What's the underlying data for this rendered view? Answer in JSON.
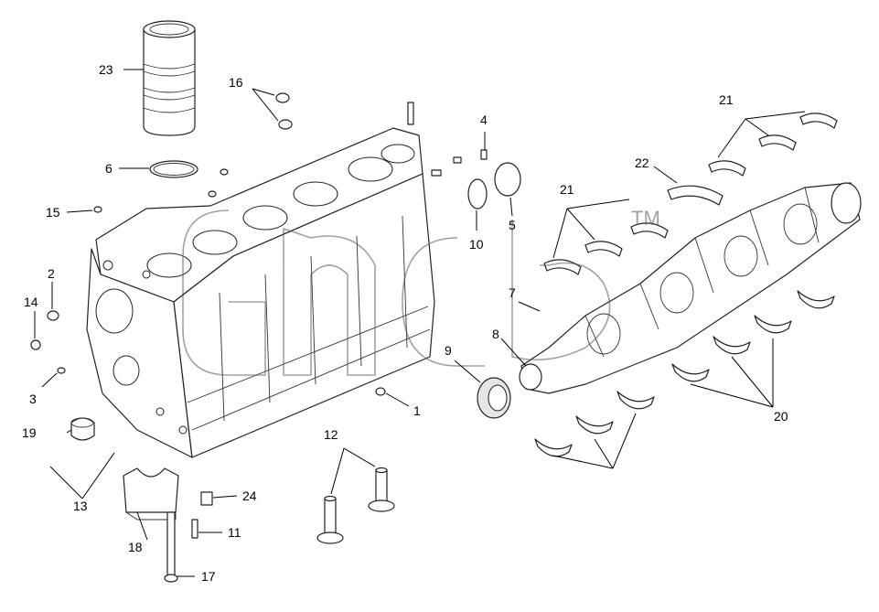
{
  "diagram": {
    "callouts": [
      {
        "id": "1",
        "text": "1"
      },
      {
        "id": "2",
        "text": "2"
      },
      {
        "id": "3",
        "text": "3"
      },
      {
        "id": "4",
        "text": "4"
      },
      {
        "id": "5",
        "text": "5"
      },
      {
        "id": "6",
        "text": "6"
      },
      {
        "id": "7",
        "text": "7"
      },
      {
        "id": "8",
        "text": "8"
      },
      {
        "id": "9",
        "text": "9"
      },
      {
        "id": "10",
        "text": "10"
      },
      {
        "id": "11",
        "text": "11"
      },
      {
        "id": "12",
        "text": "12"
      },
      {
        "id": "13",
        "text": "13"
      },
      {
        "id": "14",
        "text": "14"
      },
      {
        "id": "15",
        "text": "15"
      },
      {
        "id": "16",
        "text": "16"
      },
      {
        "id": "17",
        "text": "17"
      },
      {
        "id": "18",
        "text": "18"
      },
      {
        "id": "19",
        "text": "19"
      },
      {
        "id": "20",
        "text": "20"
      },
      {
        "id": "21a",
        "text": "21"
      },
      {
        "id": "21b",
        "text": "21"
      },
      {
        "id": "22",
        "text": "22"
      },
      {
        "id": "23",
        "text": "23"
      },
      {
        "id": "24",
        "text": "24"
      }
    ],
    "watermark": {
      "text": "TM"
    }
  }
}
